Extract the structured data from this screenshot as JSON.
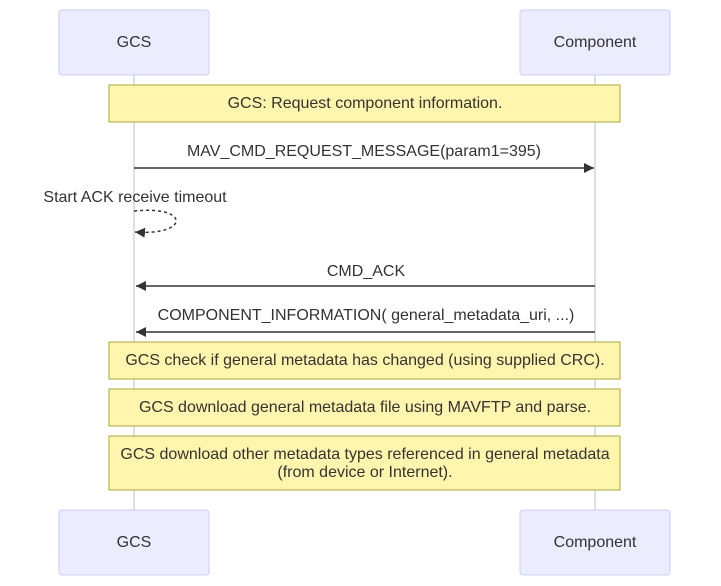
{
  "participants": [
    {
      "id": "gcs",
      "label": "GCS"
    },
    {
      "id": "component",
      "label": "Component"
    }
  ],
  "notes": {
    "request_info": "GCS: Request component information.",
    "check_metadata": "GCS check if general metadata has changed (using supplied CRC).",
    "download_general": "GCS download general metadata file using MAVFTP and parse.",
    "download_other_line1": "GCS download other metadata types referenced in general metadata",
    "download_other_line2": "(from device or Internet)."
  },
  "messages": {
    "request_message": "MAV_CMD_REQUEST_MESSAGE(param1=395)",
    "start_timeout": "Start ACK receive timeout",
    "cmd_ack": "CMD_ACK",
    "component_information": "COMPONENT_INFORMATION( general_metadata_uri, ...)"
  },
  "colors": {
    "actor_fill": "#ECECFF",
    "actor_stroke": "#CCCCFF",
    "note_fill": "#FFF5AD",
    "note_stroke": "#AAAA33",
    "line": "#333333",
    "lifeline": "#DDDDF0"
  }
}
